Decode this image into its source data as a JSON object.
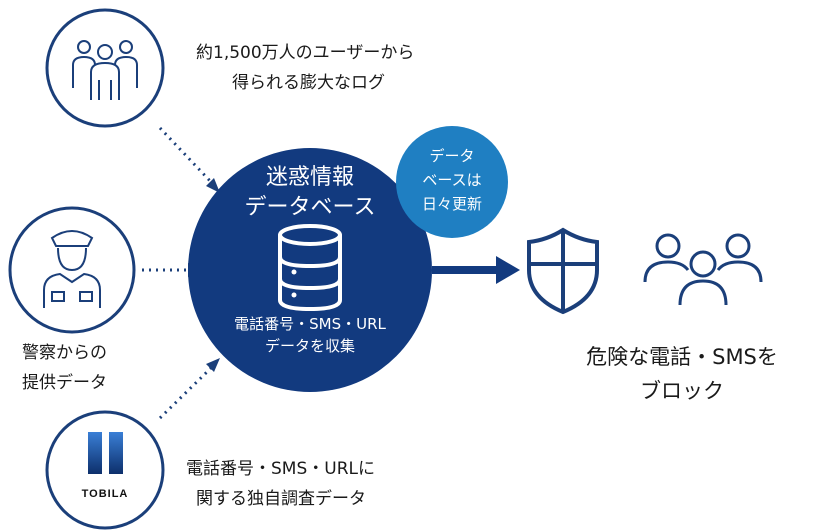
{
  "sources": {
    "users": {
      "line1": "約1,500万人のユーザーから",
      "line2": "得られる膨大なログ"
    },
    "police": {
      "line1": "警察からの",
      "line2": "提供データ"
    },
    "tobila": {
      "line1": "電話番号・SMS・URLに",
      "line2": "関する独自調査データ",
      "logo_text": "TOBILA"
    }
  },
  "database": {
    "title_line1": "迷惑情報",
    "title_line2": "データベース",
    "sub_line1": "電話番号・SMS・URL",
    "sub_line2": "データを収集",
    "icon": "database-icon"
  },
  "badge": {
    "line1": "データ",
    "line2": "ベースは",
    "line3": "日々更新"
  },
  "result": {
    "line1": "危険な電話・SMSを",
    "line2": "ブロック",
    "icons": [
      "shield-icon",
      "group-icon"
    ]
  },
  "colors": {
    "navy": "#123a7f",
    "light_blue": "#1f7fc2",
    "outline": "#1b3f7a",
    "logo_blue": "#1a4fa0"
  }
}
